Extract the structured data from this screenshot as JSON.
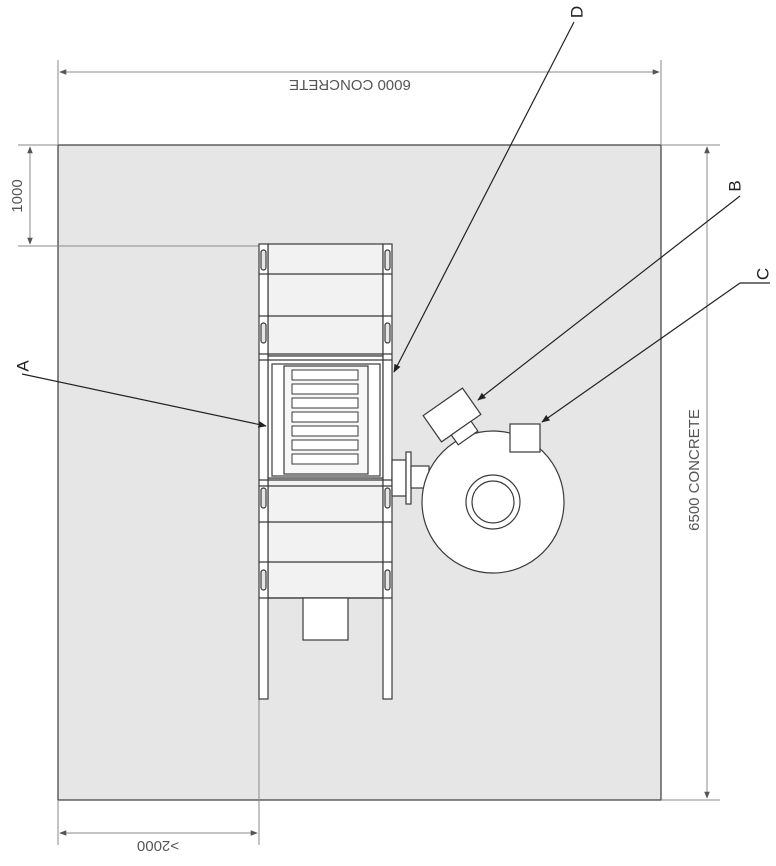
{
  "dimensions": {
    "width_label": "6000 CONCRETE",
    "length_label": "6500 CONCRETE",
    "offset_top_label": "1000",
    "clearance_label": ">2000"
  },
  "callouts": {
    "a": "A",
    "b": "B",
    "c": "C",
    "d": "D"
  },
  "colors": {
    "line": "#3a3a3a",
    "slab_fill": "#e6e6e6",
    "equipment_fill": "#ffffff",
    "dimension_line": "#8a8a8a"
  }
}
